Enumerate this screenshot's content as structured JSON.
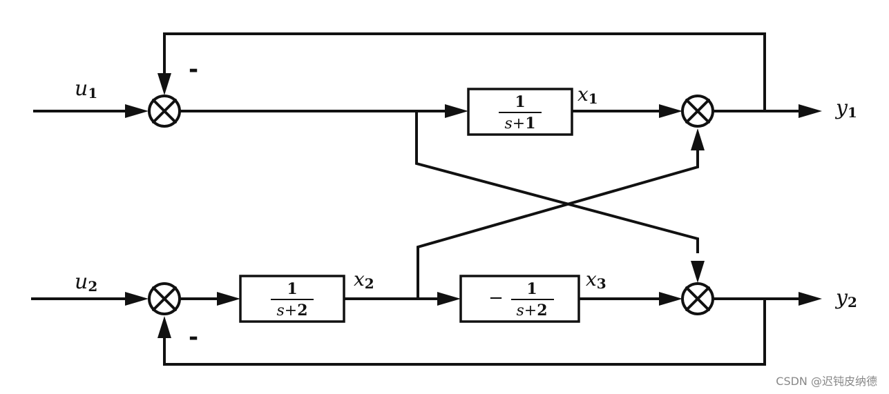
{
  "signals": {
    "u1": {
      "base": "u",
      "sub": "1"
    },
    "u2": {
      "base": "u",
      "sub": "2"
    },
    "x1": {
      "base": "x",
      "sub": "1"
    },
    "x2": {
      "base": "x",
      "sub": "2"
    },
    "x3": {
      "base": "x",
      "sub": "3"
    },
    "y1": {
      "base": "y",
      "sub": "1"
    },
    "y2": {
      "base": "y",
      "sub": "2"
    }
  },
  "blocks": {
    "g1": {
      "numerator": "1",
      "den_var": "s",
      "den_op": "+",
      "den_const": "1",
      "prefix": ""
    },
    "g2": {
      "numerator": "1",
      "den_var": "s",
      "den_op": "+",
      "den_const": "2",
      "prefix": ""
    },
    "g3": {
      "numerator": "1",
      "den_var": "s",
      "den_op": "+",
      "den_const": "2",
      "prefix": "−"
    }
  },
  "feedback_signs": {
    "top": "-",
    "bottom": "-"
  },
  "watermark": "CSDN @迟钝皮纳德"
}
